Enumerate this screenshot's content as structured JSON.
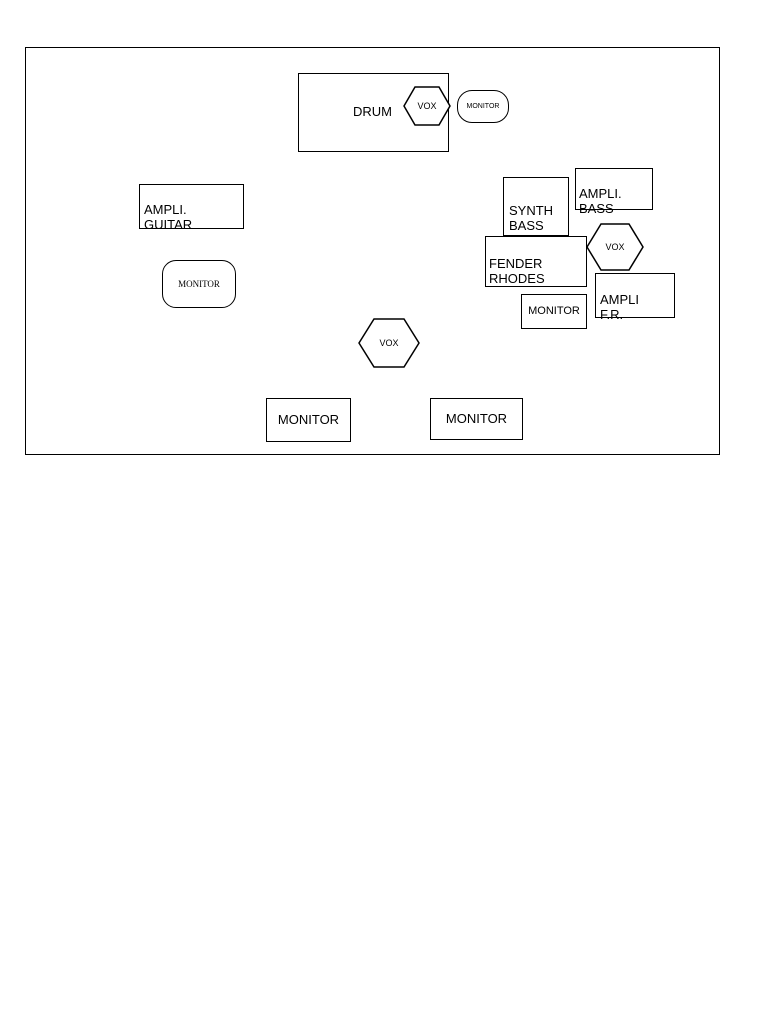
{
  "diagram": {
    "drum": "DRUM",
    "vox_drum": "VOX",
    "monitor_drum": "MONITOR",
    "ampli_guitar": "AMPLI.\nGUITAR",
    "monitor_left": "MONITOR",
    "synth_bass": "SYNTH\nBASS",
    "ampli_bass": "AMPLI.\nBASS",
    "fender_rhodes": "FENDER\nRHODES",
    "vox_right": "VOX",
    "ampli_fr": "AMPLI\nF.R.",
    "monitor_right": "MONITOR",
    "vox_center": "VOX",
    "monitor_bottom_left": "MONITOR",
    "monitor_bottom_right": "MONITOR"
  }
}
